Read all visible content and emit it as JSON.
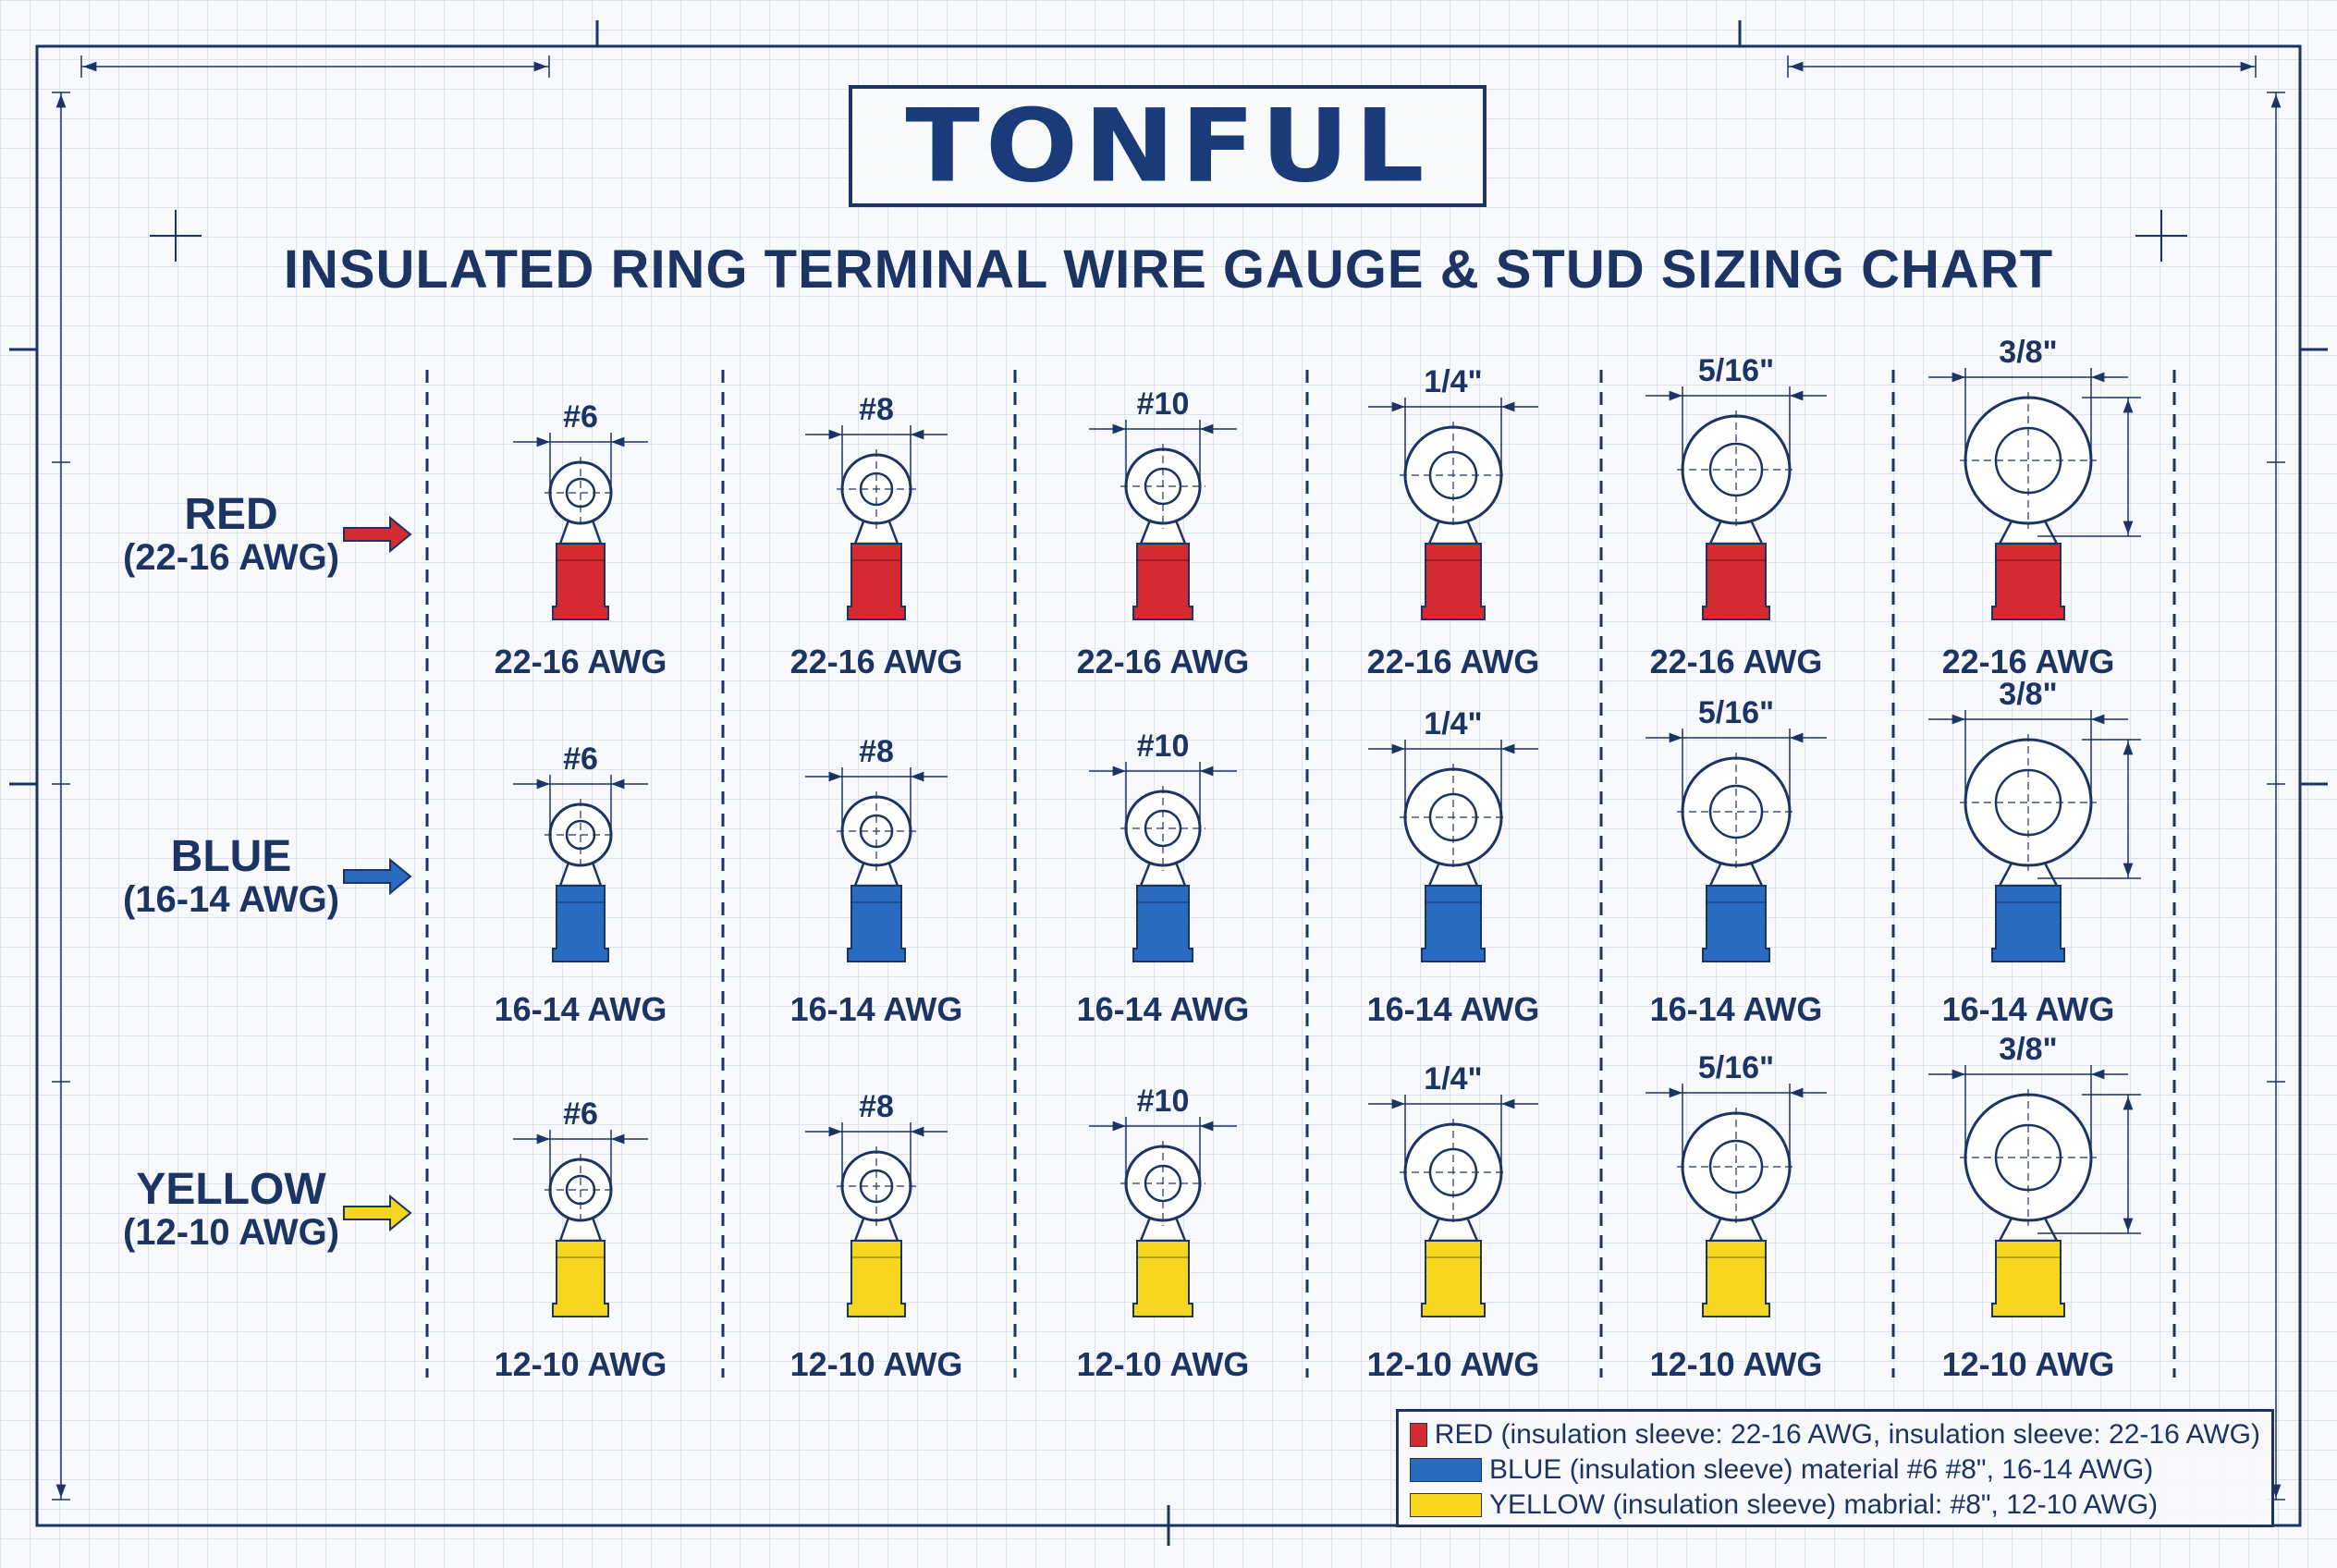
{
  "logo": {
    "text": "TONFUL"
  },
  "title": "INSULATED RING TERMINAL WIRE GAUGE & STUD SIZING CHART",
  "colors": {
    "red": "#d42a30",
    "blue": "#2a6bc2",
    "yellow": "#f5d51e",
    "ink": "#1b3463",
    "grid": "#dde3ee"
  },
  "rows": [
    {
      "name": "RED",
      "range": "(22-16 AWG)",
      "arrow": "red-arrow-icon",
      "color": "red",
      "awg": "22-16 AWG"
    },
    {
      "name": "BLUE",
      "range": "(16-14 AWG)",
      "arrow": "blue-arrow-icon",
      "color": "blue",
      "awg": "16-14 AWG"
    },
    {
      "name": "YELLOW",
      "range": "(12-10 AWG)",
      "arrow": "yellow-arrow-icon",
      "color": "yellow",
      "awg": "12-10 AWG"
    }
  ],
  "studs": [
    "#6",
    "#8",
    "#10",
    "1/4\"",
    "5/16\"",
    "3/8\""
  ],
  "legend": [
    {
      "color": "red",
      "text": "RED (insulation sleeve: 22-16 AWG, insulation sleeve: 22-16 AWG)"
    },
    {
      "color": "blue",
      "text": "BLUE (insulation sleeve) material #6 #8\", 16-14 AWG)"
    },
    {
      "color": "yellow",
      "text": "YELLOW (insulation sleeve) mabrial: #8\", 12-10 AWG)"
    }
  ]
}
